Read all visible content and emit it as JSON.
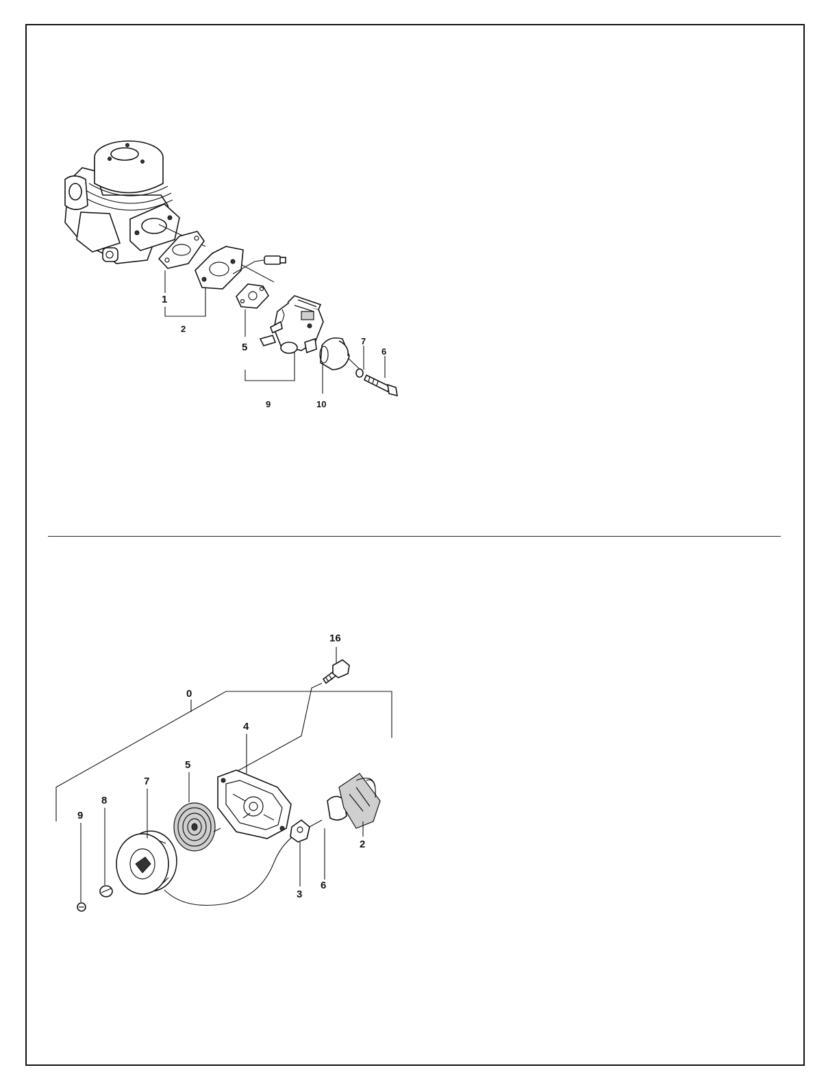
{
  "carburetor_diagram": {
    "callouts": {
      "gasket": "1",
      "insulator_assembly": "2",
      "carburetor_gasket": "5",
      "carburetor_assembly": "9",
      "air_filter_element": "10",
      "washer": "7",
      "bolt": "6"
    }
  },
  "recoil_starter_diagram": {
    "callouts": {
      "starter_assembly": "0",
      "screw": "16",
      "starter_case": "4",
      "spiral_spring": "5",
      "reel": "7",
      "ratchet": "8",
      "center_screw": "9",
      "handle": "2",
      "rope_guide": "3",
      "starter_rope": "6"
    }
  }
}
